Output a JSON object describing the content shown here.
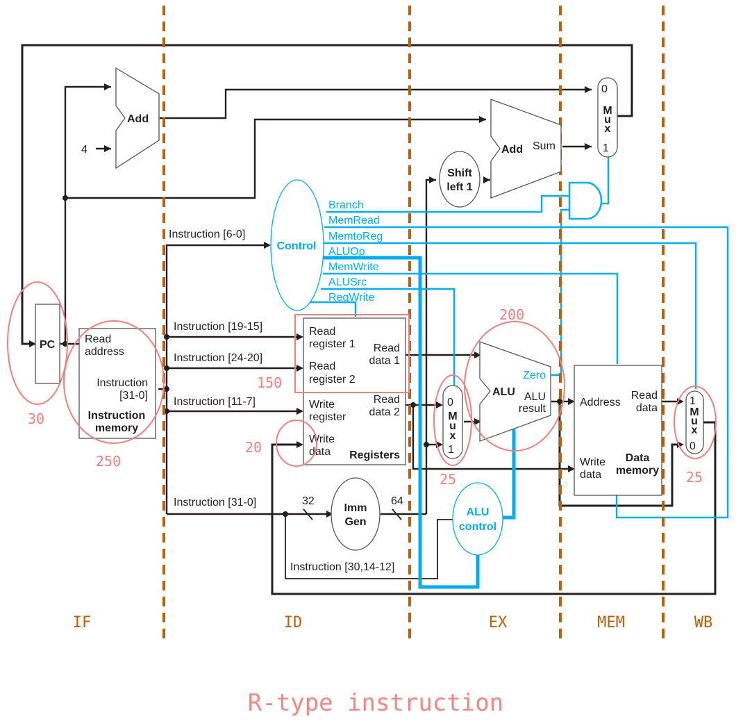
{
  "title": "R-type instruction",
  "colors": {
    "datapath": "#231f20",
    "control": "#00aeef",
    "stage_divider": "#b9600a",
    "annotation": "#f07f7f"
  },
  "stages": [
    "IF",
    "ID",
    "EX",
    "MEM",
    "WB"
  ],
  "components": {
    "pc": "PC",
    "pc_adder": "Add",
    "pc_increment": "4",
    "branch_adder": "Add",
    "branch_adder_output": "Sum",
    "shift_left": [
      "Shift",
      "left 1"
    ],
    "pc_mux": {
      "in0": "0",
      "in1": "1",
      "label": [
        "M",
        "u",
        "x"
      ]
    },
    "control": "Control",
    "control_signals": [
      "Branch",
      "MemRead",
      "MemtoReg",
      "ALUOp",
      "MemWrite",
      "ALUSrc",
      "RegWrite"
    ],
    "instruction_memory": {
      "read_address": [
        "Read",
        "address"
      ],
      "instruction": [
        "Instruction",
        "[31-0]"
      ],
      "name": [
        "Instruction",
        "memory"
      ]
    },
    "instruction_fields": {
      "opcode": "Instruction [6-0]",
      "rs1": "Instruction [19-15]",
      "rs2": "Instruction [24-20]",
      "rd": "Instruction [11-7]",
      "full": "Instruction [31-0]",
      "funct": "Instruction [30,14-12]"
    },
    "registers": {
      "read_register_1": [
        "Read",
        "register 1"
      ],
      "read_register_2": [
        "Read",
        "register 2"
      ],
      "write_register": [
        "Write",
        "register"
      ],
      "write_data": [
        "Write",
        "data"
      ],
      "read_data_1": [
        "Read",
        "data 1"
      ],
      "read_data_2": [
        "Read",
        "data 2"
      ],
      "name": "Registers"
    },
    "imm_gen": [
      "Imm",
      "Gen"
    ],
    "imm_in_width": "32",
    "imm_out_width": "64",
    "alu_src_mux": {
      "in0": "0",
      "in1": "1",
      "label": [
        "M",
        "u",
        "x"
      ]
    },
    "alu": {
      "name": "ALU",
      "zero": "Zero",
      "result": [
        "ALU",
        "result"
      ]
    },
    "alu_control": [
      "ALU",
      "control"
    ],
    "data_memory": {
      "address": "Address",
      "read_data": [
        "Read",
        "data"
      ],
      "write_data": [
        "Write",
        "data"
      ],
      "name": [
        "Data",
        "memory"
      ]
    },
    "wb_mux": {
      "in1": "1",
      "in0": "0",
      "label": [
        "M",
        "u",
        "x"
      ]
    }
  },
  "latency_annotations": {
    "pc": "30",
    "instruction_memory": "250",
    "register_read": "150",
    "register_write": "20",
    "alu_src_mux": "25",
    "alu": "200",
    "wb_mux": "25"
  }
}
